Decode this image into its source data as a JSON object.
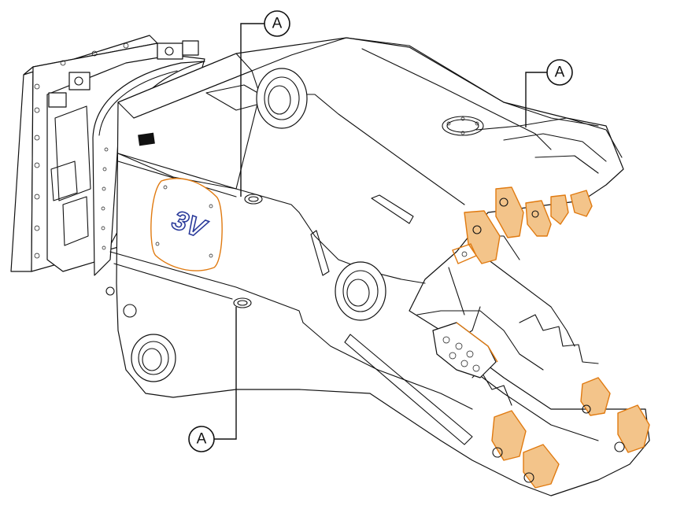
{
  "callouts": [
    {
      "id": "top",
      "label": "A"
    },
    {
      "id": "right",
      "label": "A"
    },
    {
      "id": "bottom",
      "label": "A"
    }
  ],
  "logo": {
    "text": "3V"
  },
  "colors": {
    "outline": "#111111",
    "wear_parts": "#e07a10",
    "logo": "#2a3a9a"
  }
}
